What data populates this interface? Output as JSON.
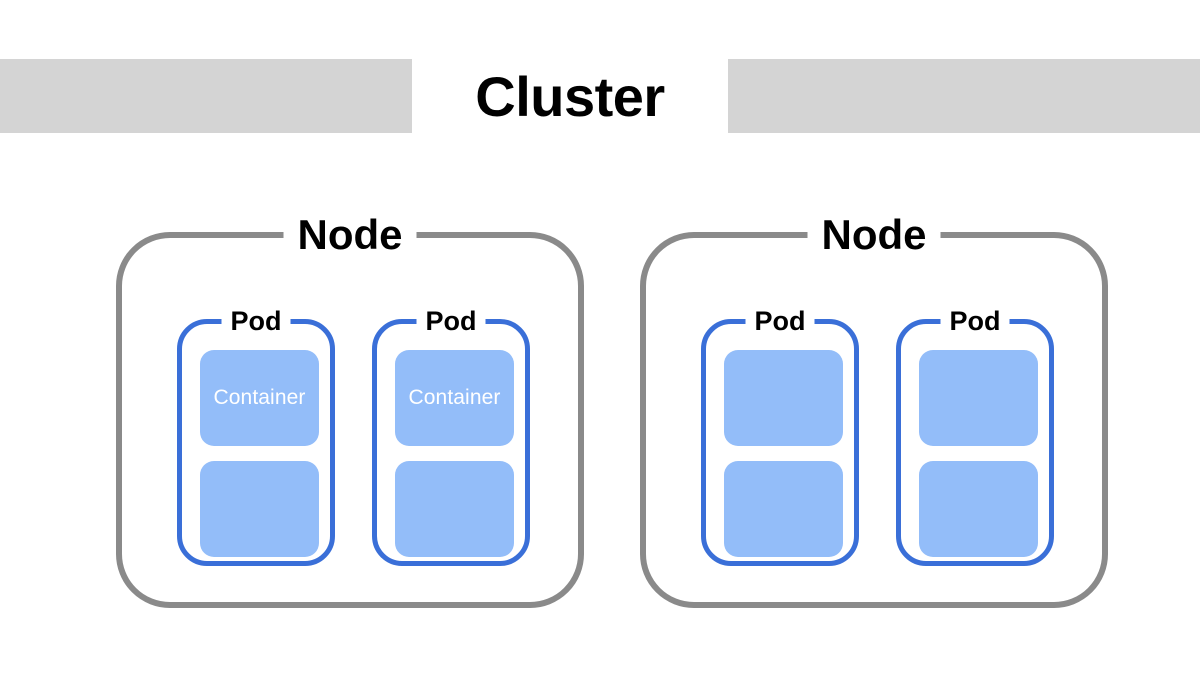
{
  "diagram": {
    "title": "Cluster",
    "type": "kubernetes-cluster-architecture",
    "colors": {
      "band": "#d4d4d4",
      "node_border": "#8a8a8a",
      "pod_border": "#3a6fd8",
      "container_fill": "#93bdf9",
      "container_text": "#ffffff",
      "background": "#ffffff",
      "label_text": "#000000"
    },
    "nodes": [
      {
        "label": "Node",
        "pods": [
          {
            "label": "Pod",
            "containers": [
              {
                "label": "Container"
              },
              {
                "label": ""
              }
            ]
          },
          {
            "label": "Pod",
            "containers": [
              {
                "label": "Container"
              },
              {
                "label": ""
              }
            ]
          }
        ]
      },
      {
        "label": "Node",
        "pods": [
          {
            "label": "Pod",
            "containers": [
              {
                "label": ""
              },
              {
                "label": ""
              }
            ]
          },
          {
            "label": "Pod",
            "containers": [
              {
                "label": ""
              },
              {
                "label": ""
              }
            ]
          }
        ]
      }
    ]
  }
}
